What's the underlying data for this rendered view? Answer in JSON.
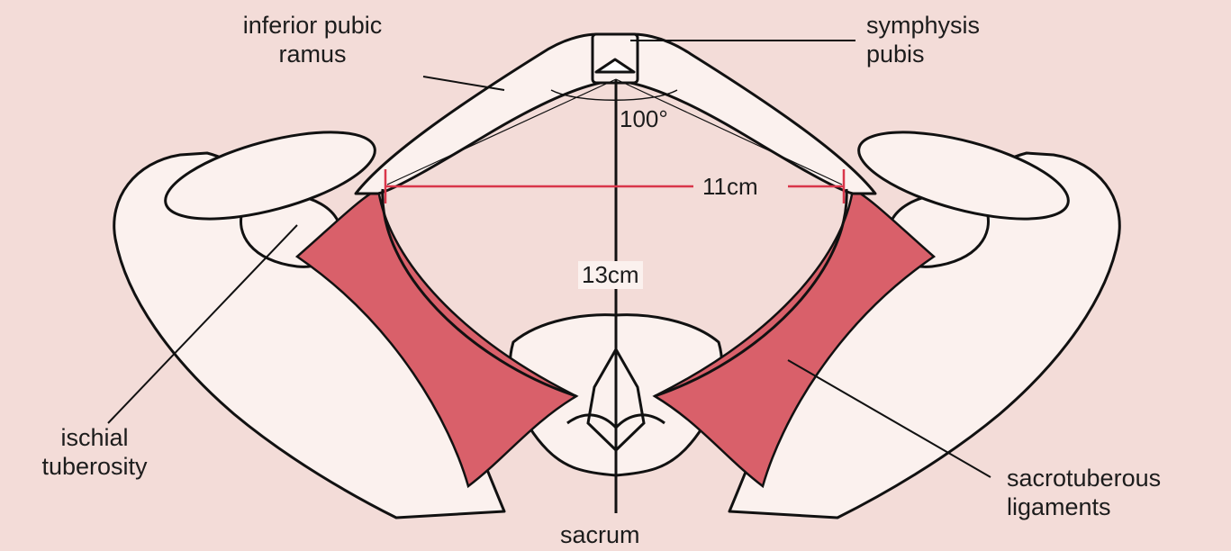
{
  "labels": {
    "inferior_pubic_ramus_line1": "inferior pubic",
    "inferior_pubic_ramus_line2": "ramus",
    "symphysis_pubis_line1": "symphysis",
    "symphysis_pubis_line2": "pubis",
    "ischial_tuberosity_line1": "ischial",
    "ischial_tuberosity_line2": "tuberosity",
    "sacrotuberous_line1": "sacrotuberous",
    "sacrotuberous_line2": "ligaments",
    "sacrum": "sacrum"
  },
  "measurements": {
    "subpubic_angle": "100°",
    "transverse_diameter": "11cm",
    "ap_diameter": "13cm"
  },
  "colors": {
    "background": "#f3dcd8",
    "bone": "#fbf1ee",
    "ligament": "#d9606a",
    "measure_line": "#d9364a",
    "outline": "#111111"
  }
}
